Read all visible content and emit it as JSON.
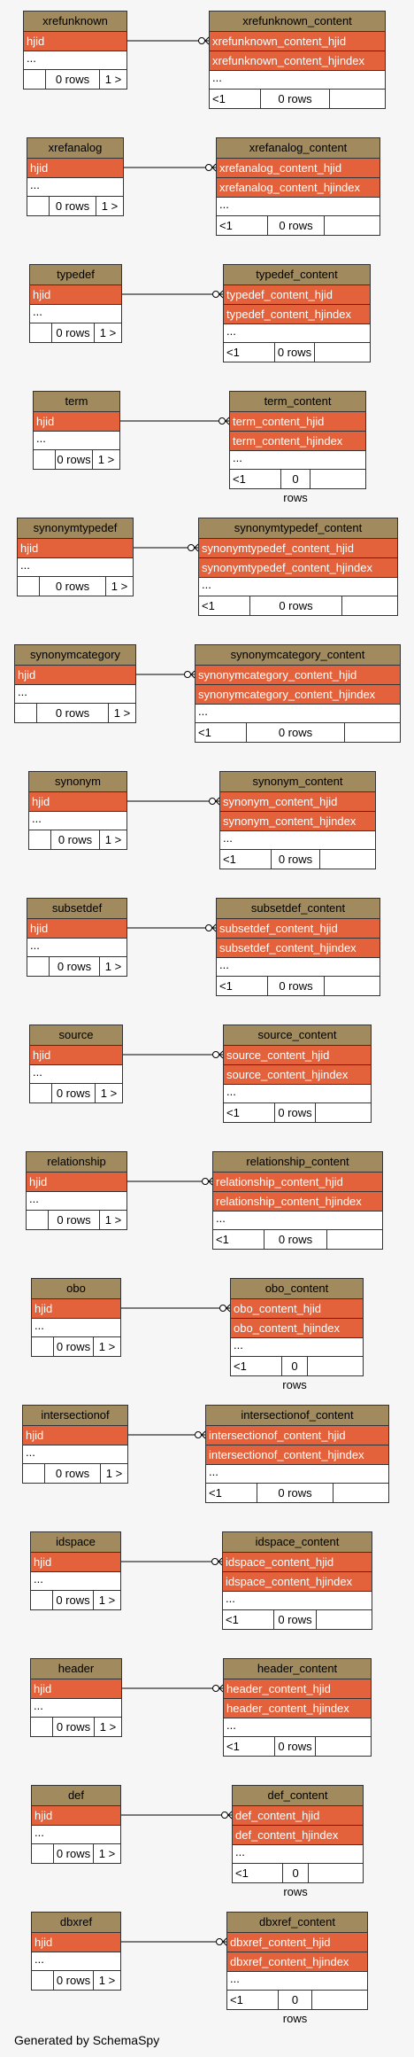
{
  "column_name": "hjid",
  "ellipsis": "...",
  "rows_text": "0 rows",
  "parent_card": "1 >",
  "child_card": "<1",
  "colors": {
    "header": "#a08a5e",
    "column": "#e3623c",
    "background": "#f6f6f6"
  },
  "relations": [
    {
      "parent": "xrefunknown",
      "child": "xrefunknown_content",
      "child_cols": [
        "xrefunknown_content_hjid",
        "xrefunknown_content_hjindex"
      ]
    },
    {
      "parent": "xrefanalog",
      "child": "xrefanalog_content",
      "child_cols": [
        "xrefanalog_content_hjid",
        "xrefanalog_content_hjindex"
      ]
    },
    {
      "parent": "typedef",
      "child": "typedef_content",
      "child_cols": [
        "typedef_content_hjid",
        "typedef_content_hjindex"
      ]
    },
    {
      "parent": "term",
      "child": "term_content",
      "child_cols": [
        "term_content_hjid",
        "term_content_hjindex"
      ]
    },
    {
      "parent": "synonymtypedef",
      "child": "synonymtypedef_content",
      "child_cols": [
        "synonymtypedef_content_hjid",
        "synonymtypedef_content_hjindex"
      ]
    },
    {
      "parent": "synonymcategory",
      "child": "synonymcategory_content",
      "child_cols": [
        "synonymcategory_content_hjid",
        "synonymcategory_content_hjindex"
      ]
    },
    {
      "parent": "synonym",
      "child": "synonym_content",
      "child_cols": [
        "synonym_content_hjid",
        "synonym_content_hjindex"
      ]
    },
    {
      "parent": "subsetdef",
      "child": "subsetdef_content",
      "child_cols": [
        "subsetdef_content_hjid",
        "subsetdef_content_hjindex"
      ]
    },
    {
      "parent": "source",
      "child": "source_content",
      "child_cols": [
        "source_content_hjid",
        "source_content_hjindex"
      ]
    },
    {
      "parent": "relationship",
      "child": "relationship_content",
      "child_cols": [
        "relationship_content_hjid",
        "relationship_content_hjindex"
      ]
    },
    {
      "parent": "obo",
      "child": "obo_content",
      "child_cols": [
        "obo_content_hjid",
        "obo_content_hjindex"
      ]
    },
    {
      "parent": "intersectionof",
      "child": "intersectionof_content",
      "child_cols": [
        "intersectionof_content_hjid",
        "intersectionof_content_hjindex"
      ]
    },
    {
      "parent": "idspace",
      "child": "idspace_content",
      "child_cols": [
        "idspace_content_hjid",
        "idspace_content_hjindex"
      ]
    },
    {
      "parent": "header",
      "child": "header_content",
      "child_cols": [
        "header_content_hjid",
        "header_content_hjindex"
      ]
    },
    {
      "parent": "def",
      "child": "def_content",
      "child_cols": [
        "def_content_hjid",
        "def_content_hjindex"
      ]
    },
    {
      "parent": "dbxref",
      "child": "dbxref_content",
      "child_cols": [
        "dbxref_content_hjid",
        "dbxref_content_hjindex"
      ]
    }
  ],
  "footer": "Generated by SchemaSpy"
}
